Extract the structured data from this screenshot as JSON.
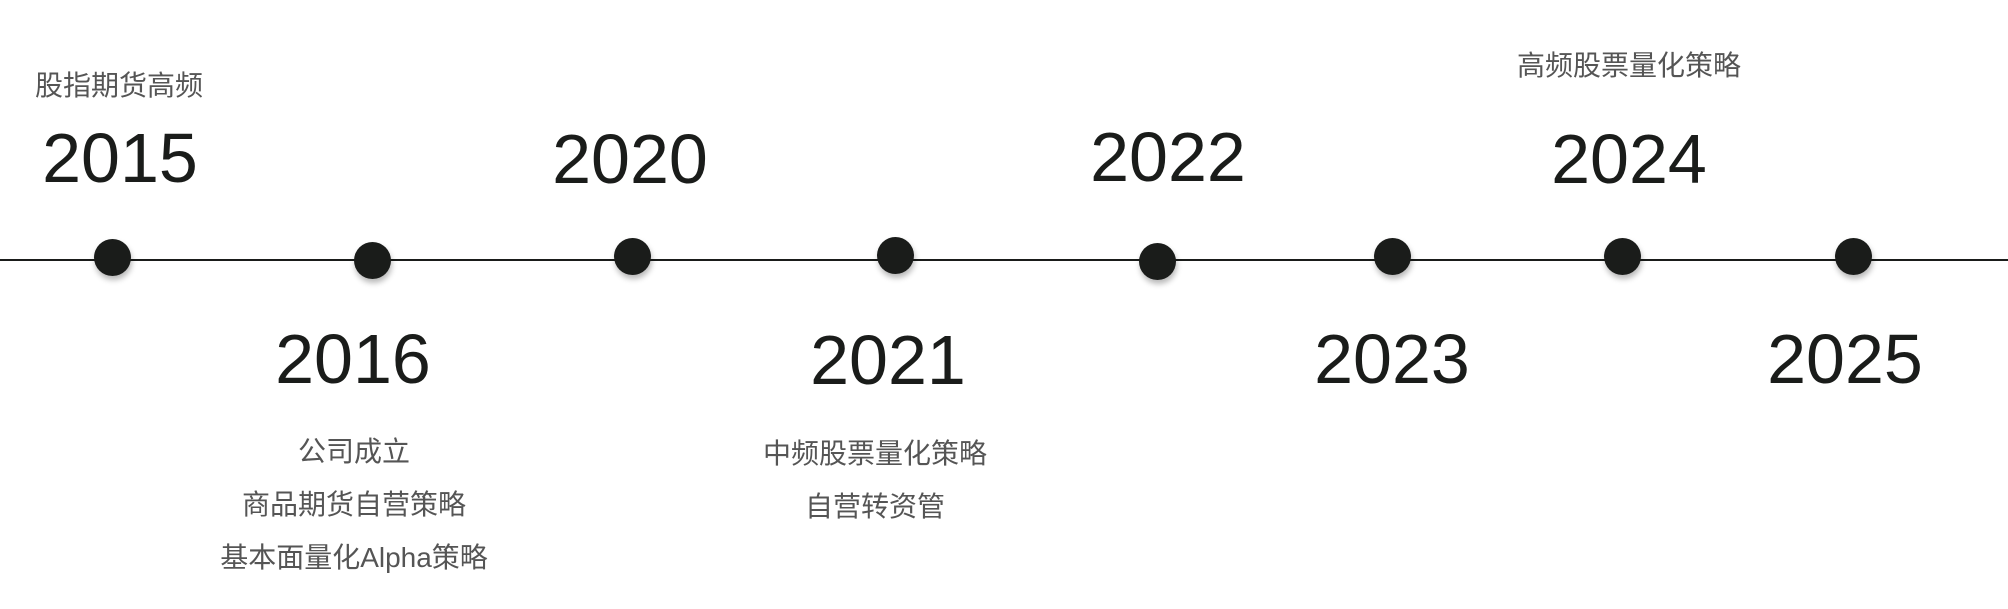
{
  "timeline": {
    "line_color": "#1a1c1a",
    "text_color": "#1a1c1a",
    "note_color": "#555555",
    "events": [
      {
        "year": "2015",
        "position": "above",
        "notes": [
          "股指期货高频"
        ]
      },
      {
        "year": "2016",
        "position": "below",
        "notes": [
          "公司成立",
          "商品期货自营策略",
          "基本面量化Alpha策略"
        ]
      },
      {
        "year": "2020",
        "position": "above",
        "notes": []
      },
      {
        "year": "2021",
        "position": "below",
        "notes": [
          "中频股票量化策略",
          "自营转资管"
        ]
      },
      {
        "year": "2022",
        "position": "above",
        "notes": []
      },
      {
        "year": "2023",
        "position": "below",
        "notes": []
      },
      {
        "year": "2024",
        "position": "above",
        "notes": [
          "高频股票量化策略"
        ]
      },
      {
        "year": "2025",
        "position": "below",
        "notes": []
      }
    ]
  }
}
